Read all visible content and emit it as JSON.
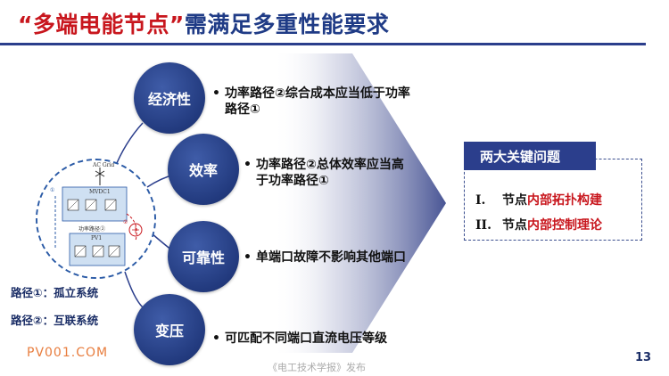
{
  "title": {
    "quoted": "“多端电能节点”",
    "rest": "需满足多重性能要求"
  },
  "nodes": [
    {
      "label": "经济性",
      "bullet_line1": "功率路径②综合成本应当低于功率",
      "bullet_line2": "路径①"
    },
    {
      "label": "效率",
      "bullet_line1": "功率路径②总体效率应当高",
      "bullet_line2": "于功率路径①"
    },
    {
      "label": "可靠性",
      "bullet_line1": "单端口故障不影响其他端口",
      "bullet_line2": ""
    },
    {
      "label": "变压",
      "bullet_line1": "可匹配不同端口直流电压等级",
      "bullet_line2": ""
    }
  ],
  "bullet_symbol": "•",
  "diagram": {
    "ac_grid": "AC Grid",
    "mvdc": "MVDC1",
    "power_path": "功率路径②",
    "pv": "PV1",
    "marker1": "①",
    "marker2": "②"
  },
  "paths": {
    "path1": "路径①：孤立系统",
    "path2": "路径②：互联系统"
  },
  "issues_box": {
    "header": "两大关键问题",
    "items": [
      {
        "num": "I.",
        "prefix": "节点",
        "highlight": "内部拓扑构建"
      },
      {
        "num": "II.",
        "prefix": "节点",
        "highlight": "内部控制理论"
      }
    ]
  },
  "watermark": "PV001.COM",
  "footer": "《电工技术学报》发布",
  "page_number": "13",
  "colors": {
    "title_red": "#c8161d",
    "title_blue": "#1f3b86",
    "node_blue": "#223a7e",
    "highlight_red": "#c8161d",
    "watermark_orange": "#e87d3e"
  }
}
